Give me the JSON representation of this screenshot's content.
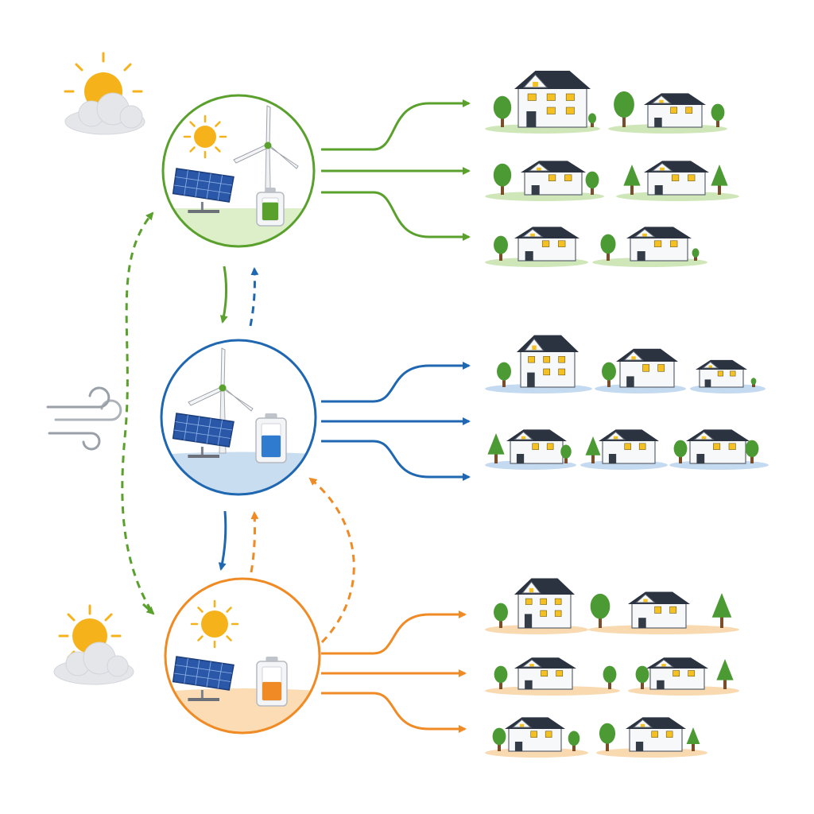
{
  "colors": {
    "green": "#5aa02c",
    "blue": "#1f67b1",
    "orange": "#f08a24",
    "sun": "#f6b21b",
    "cloud": "#e4e6ea",
    "panel": "#2a57a8",
    "roof": "#2b3340",
    "window": "#f5c021",
    "tree": "#4c9a34",
    "trunk": "#7a4e2a"
  },
  "microgrids": [
    {
      "id": "green",
      "has_turbine": true,
      "battery_level": 0.8,
      "ground": "#dcefc9",
      "house_rows": 3
    },
    {
      "id": "blue",
      "has_turbine": true,
      "battery_level": 0.65,
      "ground": "#c9ddf1",
      "house_rows": 2
    },
    {
      "id": "orange",
      "has_turbine": false,
      "battery_level": 0.55,
      "ground": "#fbdcb5",
      "house_rows": 3
    }
  ],
  "weather_icons": [
    "sun-cloud-icon",
    "wind-icon",
    "sun-cloud-icon"
  ]
}
